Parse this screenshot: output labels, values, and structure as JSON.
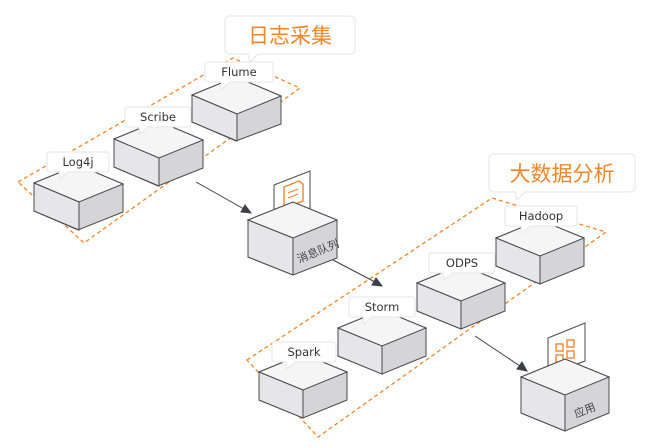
{
  "headings": {
    "log_collection": "日志采集",
    "big_data_analysis": "大数据分析"
  },
  "nodes": {
    "log4j": "Log4j",
    "scribe": "Scribe",
    "flume": "Flume",
    "message_queue": "消息队列",
    "spark": "Spark",
    "storm": "Storm",
    "odps": "ODPS",
    "hadoop": "Hadoop",
    "application": "应用"
  },
  "colors": {
    "accent": "#f0862a",
    "box_top": "#f5f5f6",
    "box_left": "#e6e6e8",
    "box_right": "#d5d5d8",
    "stroke": "#4a4a4f",
    "arrow": "#3e3e46"
  },
  "icons": {
    "message_queue": "document-monitor-icon",
    "application": "app-grid-monitor-icon"
  }
}
